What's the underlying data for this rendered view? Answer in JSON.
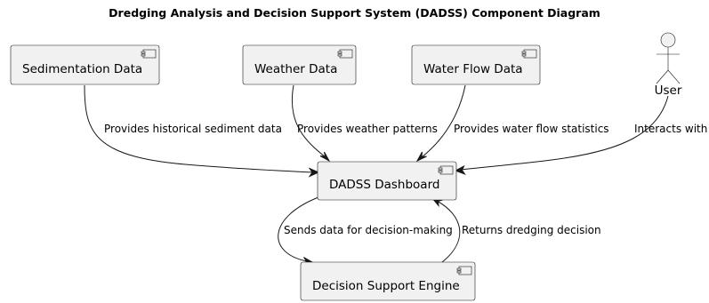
{
  "diagram": {
    "title": "Dredging Analysis and Decision Support System (DADSS) Component Diagram",
    "nodes": {
      "sedimentation": "Sedimentation Data",
      "weather": "Weather Data",
      "water_flow": "Water Flow Data",
      "dashboard": "DADSS Dashboard",
      "engine": "Decision Support Engine"
    },
    "actor": {
      "label": "User"
    },
    "edges": {
      "sediment_to_dashboard": "Provides historical sediment data",
      "weather_to_dashboard": "Provides weather patterns",
      "flow_to_dashboard": "Provides water flow statistics",
      "user_to_dashboard": "Interacts with",
      "dashboard_to_engine": "Sends data for decision-making",
      "engine_to_dashboard": "Returns dredging decision"
    },
    "colors": {
      "node_fill": "#f1f1f1",
      "line": "#181818",
      "background": "#ffffff"
    }
  }
}
